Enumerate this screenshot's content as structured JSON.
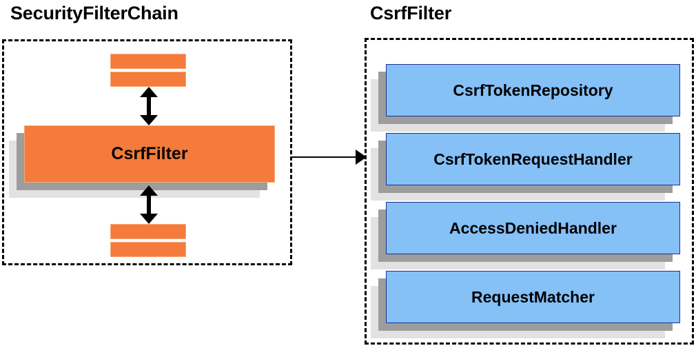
{
  "diagram": {
    "type": "component-collaboration-diagram",
    "background_color": "#ffffff",
    "panels": [
      {
        "id": "security-filter-chain",
        "title": "SecurityFilterChain",
        "accent_color": "#f47b3c"
      },
      {
        "id": "csrf-filter-detail",
        "title": "CsrfFilter",
        "accent_color": "#85c0f7"
      }
    ]
  },
  "left_panel": {
    "title": "SecurityFilterChain",
    "highlighted_filter": "CsrfFilter",
    "elided_filters_above": [
      "",
      ""
    ],
    "elided_filters_below": [
      "",
      ""
    ],
    "arrows": {
      "above_label": "",
      "below_label": ""
    }
  },
  "right_panel": {
    "title": "CsrfFilter",
    "collaborators": [
      {
        "label": "CsrfTokenRepository"
      },
      {
        "label": "CsrfTokenRequestHandler"
      },
      {
        "label": "AccessDeniedHandler"
      },
      {
        "label": "RequestMatcher"
      }
    ]
  },
  "connector": {
    "from": "CsrfFilter",
    "to": "CsrfFilter detail panel",
    "style": "solid-arrow-right",
    "label": ""
  },
  "colors": {
    "orange_fill": "#f47b3c",
    "orange_border": "#f9a876",
    "blue_fill": "#85c0f7",
    "blue_border": "#1f2f8f",
    "shadow_near": "#9d9d9d",
    "shadow_far": "#e2e2e2",
    "frame_stroke": "#000000",
    "text": "#000000"
  }
}
